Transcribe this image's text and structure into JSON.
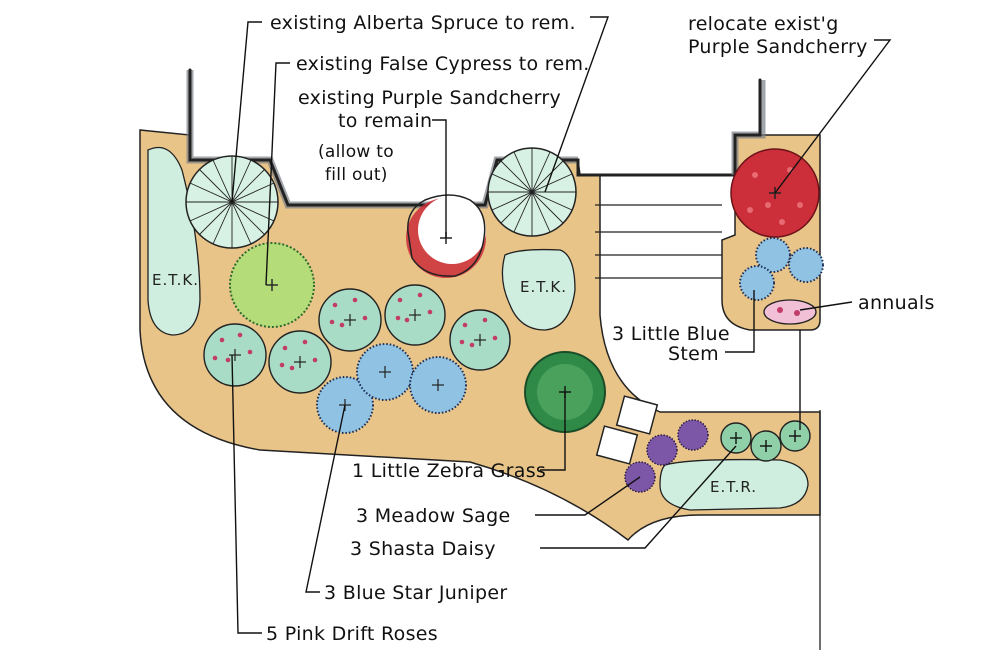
{
  "labels": {
    "alberta_spruce": "existing Alberta Spruce to rem.",
    "false_cypress": "existing False Cypress to rem.",
    "sandcherry_line1": "existing Purple Sandcherry",
    "sandcherry_line2": "to remain",
    "sandcherry_line3": "(allow to",
    "sandcherry_line4": "fill out)",
    "relocate_line1": "relocate exist'g",
    "relocate_line2": "Purple Sandcherry",
    "annuals": "annuals",
    "blue_stem_line1": "3 Little Blue",
    "blue_stem_line2": "Stem",
    "zebra_grass": "1 Little Zebra Grass",
    "meadow_sage": "3 Meadow Sage",
    "shasta_daisy": "3 Shasta Daisy",
    "blue_star_juniper": "3 Blue Star Juniper",
    "drift_roses": "5 Pink Drift Roses",
    "etk": "E.T.K.",
    "etk_bottom": "E.T.R."
  },
  "colors": {
    "mulch": "#e8c489",
    "etk_fill": "#cfeee0",
    "spruce_fill": "#d8f1e5",
    "sandcherry": "#cc2e3a",
    "zebra_grass": "#b4dc78",
    "roses_fill": "#a9dcc6",
    "roses_dots": "#c23c6a",
    "juniper": "#8fc2e3",
    "zebra_grass_dark": "#2f8a48",
    "sage": "#7c57a8",
    "daisy": "#8fd0a8"
  }
}
